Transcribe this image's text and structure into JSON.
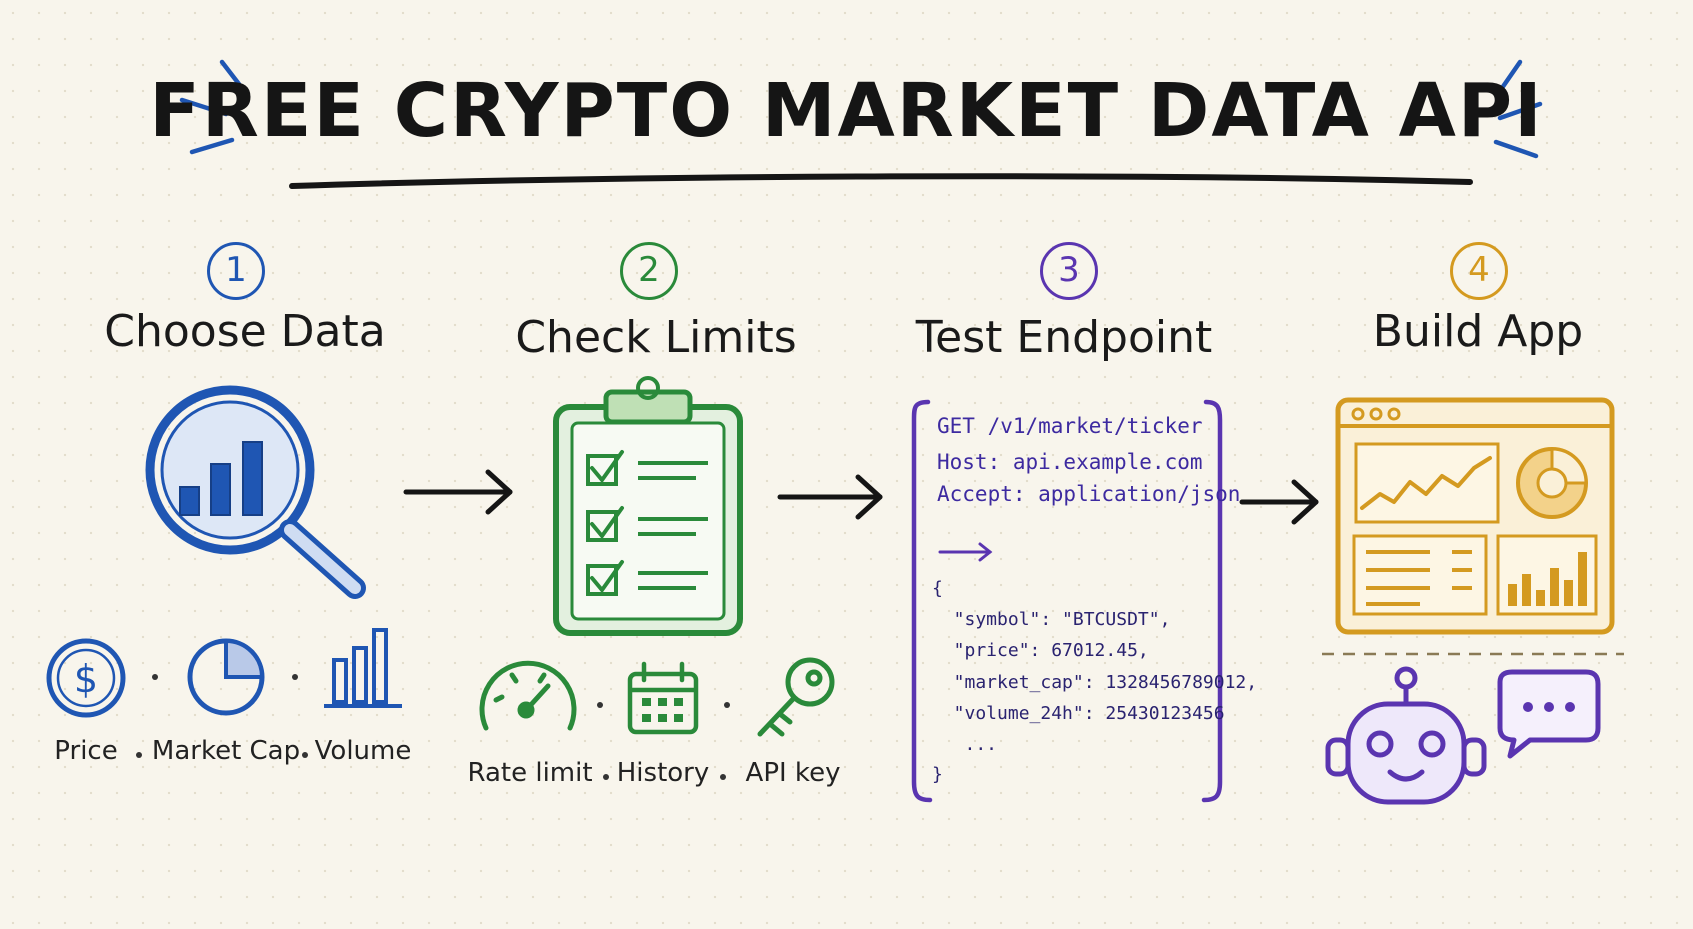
{
  "title": "FREE CRYPTO MARKET DATA API",
  "colors": {
    "ink": "#1a1a1a",
    "blue": "#1f56b3",
    "green": "#2a8a3a",
    "purple": "#5a35b0",
    "gold": "#d49a20"
  },
  "steps": [
    {
      "number": "1",
      "title": "Choose Data",
      "icon": "magnifier-bar-chart-icon",
      "labels": [
        "Price",
        "Market Cap",
        "Volume"
      ]
    },
    {
      "number": "2",
      "title": "Check Limits",
      "icon": "clipboard-checklist-icon",
      "labels": [
        "Rate limit",
        "History",
        "API key"
      ]
    },
    {
      "number": "3",
      "title": "Test Endpoint",
      "icon": "code-panel",
      "request": [
        "GET /v1/market/ticker",
        "Host: api.example.com",
        "Accept: application/json"
      ],
      "response": [
        "{",
        "  \"symbol\": \"BTCUSDT\",",
        "  \"price\": 67012.45,",
        "  \"market_cap\": 1328456789012,",
        "  \"volume_24h\": 25430123456",
        "   ...",
        "}"
      ]
    },
    {
      "number": "4",
      "title": "Build App",
      "icon": "dashboard-window-icon"
    }
  ]
}
